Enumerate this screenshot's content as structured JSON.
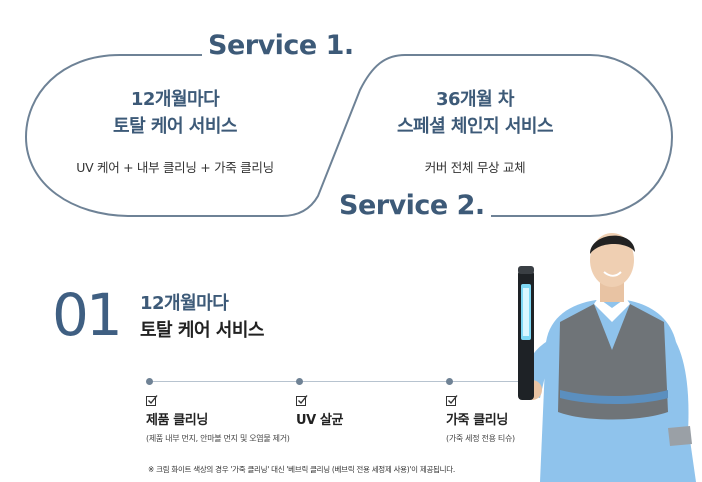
{
  "services": [
    {
      "title": "Service 1.",
      "heading": [
        "12개월마다",
        "토탈 케어 서비스"
      ],
      "description": "UV 케어 + 내부 클리닝 + 가죽 클리닝"
    },
    {
      "title": "Service 2.",
      "heading": [
        "36개월 차",
        "스페셜 체인지 서비스"
      ],
      "description": "커버 전체 무상 교체"
    }
  ],
  "section": {
    "number": "01",
    "heading_line1": "12개월마다",
    "heading_line2": "토탈 케어 서비스"
  },
  "features": [
    {
      "label": "제품 클리닝",
      "sub": "(제품 내부 먼지, 안마볼 먼지 및 오염물 제거)"
    },
    {
      "label": "UV 살균",
      "sub": ""
    },
    {
      "label": "가죽 클리닝",
      "sub": "(가죽 세정 전용 티슈)"
    }
  ],
  "footnote": "※ 크림 화이트 색상의 경우 '가죽 클리닝' 대신 '베브릭 클리닝 (베브릭 전용 세정제 사용)'이 제공됩니다.",
  "colors": {
    "accent": "#3d5a78",
    "outline": "#6e8296",
    "timeline": "#b7c3cf",
    "vest": "#6f7478",
    "shirt": "#8fc3ec"
  },
  "icons": [
    "check-box-icon",
    "uv-wand-icon"
  ]
}
